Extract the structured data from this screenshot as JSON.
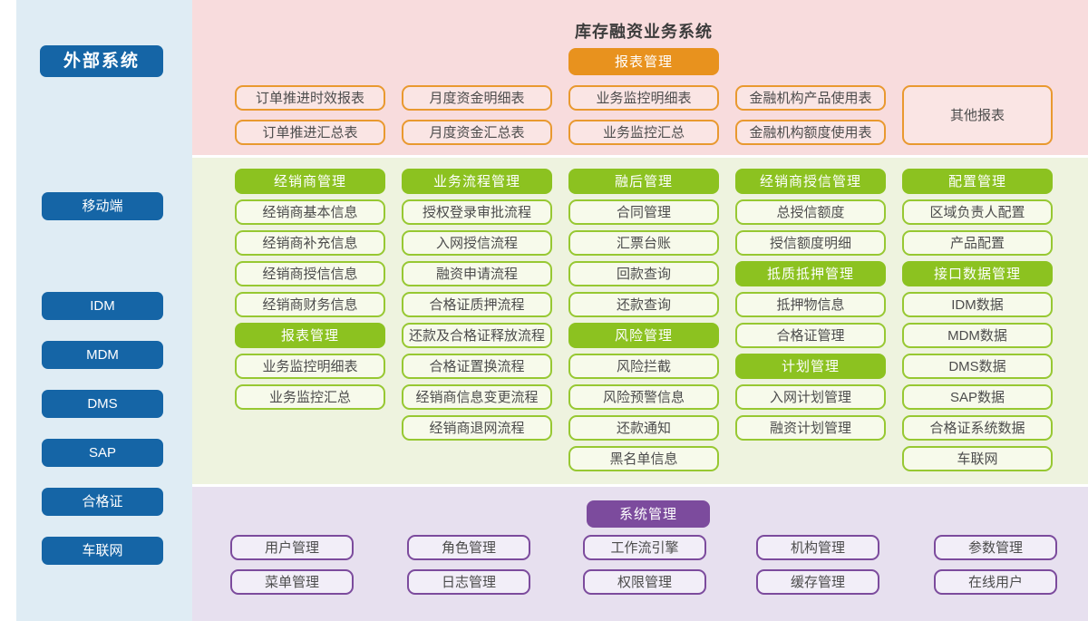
{
  "title": "库存融资业务系统",
  "colors": {
    "sidebar_bg": "#dfecf4",
    "blue": "#1565a6",
    "reports_bg": "#f8dcdd",
    "orange": "#e8921e",
    "modules_bg": "#eef3df",
    "green": "#8cc220",
    "system_bg": "#e7e0ef",
    "purple": "#7c4b9d"
  },
  "sidebar": {
    "header": "外部系统",
    "items": [
      "移动端",
      "IDM",
      "MDM",
      "DMS",
      "SAP",
      "合格证",
      "车联网"
    ]
  },
  "report_section": {
    "header": "报表管理",
    "columns": [
      [
        "订单推进时效报表",
        "订单推进汇总表"
      ],
      [
        "月度资金明细表",
        "月度资金汇总表"
      ],
      [
        "业务监控明细表",
        "业务监控汇总"
      ],
      [
        "金融机构产品使用表",
        "金融机构额度使用表"
      ]
    ],
    "other": "其他报表"
  },
  "module_section": {
    "columns": [
      {
        "groups": [
          {
            "header": "经销商管理",
            "items": [
              "经销商基本信息",
              "经销商补充信息",
              "经销商授信信息",
              "经销商财务信息"
            ]
          },
          {
            "header": "报表管理",
            "items": [
              "业务监控明细表",
              "业务监控汇总"
            ]
          }
        ]
      },
      {
        "groups": [
          {
            "header": "业务流程管理",
            "items": [
              "授权登录审批流程",
              "入网授信流程",
              "融资申请流程",
              "合格证质押流程",
              "还款及合格证释放流程",
              "合格证置换流程",
              "经销商信息变更流程",
              "经销商退网流程"
            ]
          }
        ]
      },
      {
        "groups": [
          {
            "header": "融后管理",
            "items": [
              "合同管理",
              "汇票台账",
              "回款查询",
              "还款查询"
            ]
          },
          {
            "header": "风险管理",
            "items": [
              "风险拦截",
              "风险预警信息",
              "还款通知",
              "黑名单信息"
            ]
          }
        ]
      },
      {
        "groups": [
          {
            "header": "经销商授信管理",
            "items": [
              "总授信额度",
              "授信额度明细"
            ]
          },
          {
            "header": "抵质抵押管理",
            "items": [
              "抵押物信息",
              "合格证管理"
            ]
          },
          {
            "header": "计划管理",
            "items": [
              "入网计划管理",
              "融资计划管理"
            ]
          }
        ]
      },
      {
        "groups": [
          {
            "header": "配置管理",
            "items": [
              "区域负责人配置",
              "产品配置"
            ]
          },
          {
            "header": "接口数据管理",
            "items": [
              "IDM数据",
              "MDM数据",
              "DMS数据",
              "SAP数据",
              "合格证系统数据",
              "车联网"
            ]
          }
        ]
      }
    ]
  },
  "system_section": {
    "header": "系统管理",
    "columns": [
      [
        "用户管理",
        "菜单管理"
      ],
      [
        "角色管理",
        "日志管理"
      ],
      [
        "工作流引擎",
        "权限管理"
      ],
      [
        "机构管理",
        "缓存管理"
      ],
      [
        "参数管理",
        "在线用户"
      ]
    ]
  }
}
